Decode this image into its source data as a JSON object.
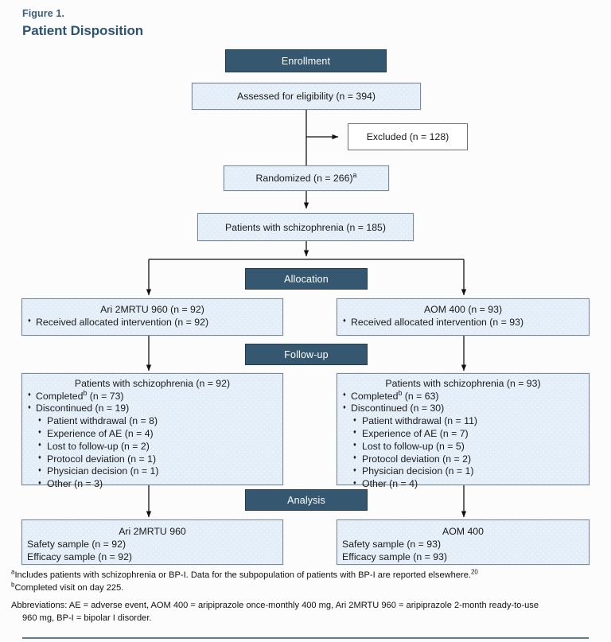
{
  "figure": {
    "number": "Figure 1.",
    "title": "Patient Disposition"
  },
  "stages": {
    "enrollment": "Enrollment",
    "allocation": "Allocation",
    "followup": "Follow-up",
    "analysis": "Analysis"
  },
  "enrollment": {
    "assessed": "Assessed for eligibility (n = 394)",
    "excluded": "Excluded (n = 128)",
    "randomized_text": "Randomized (n = 266)",
    "randomized_sup": "a",
    "schizophrenia": "Patients with schizophrenia (n = 185)"
  },
  "allocation": {
    "left": {
      "title": "Ari 2MRTU 960 (n = 92)",
      "items": [
        "Received allocated intervention (n = 92)"
      ]
    },
    "right": {
      "title": "AOM 400 (n = 93)",
      "items": [
        "Received allocated intervention (n = 93)"
      ]
    }
  },
  "followup": {
    "left": {
      "title": "Patients with schizophrenia (n = 92)",
      "completed_text": "Completed",
      "completed_sup": "b",
      "completed_n": " (n = 73)",
      "discontinued": "Discontinued (n = 19)",
      "reasons": [
        "Patient withdrawal (n = 8)",
        "Experience of AE (n = 4)",
        "Lost to follow-up (n = 2)",
        "Protocol deviation (n = 1)",
        "Physician decision (n = 1)",
        "Other (n = 3)"
      ]
    },
    "right": {
      "title": "Patients with schizophrenia (n = 93)",
      "completed_text": "Completed",
      "completed_sup": "b",
      "completed_n": " (n = 63)",
      "discontinued": "Discontinued (n = 30)",
      "reasons": [
        "Patient withdrawal (n = 11)",
        "Experience of AE (n = 7)",
        "Lost to follow-up (n = 5)",
        "Protocol deviation (n = 2)",
        "Physician decision (n = 1)",
        "Other (n = 4)"
      ]
    }
  },
  "analysis": {
    "left": {
      "title": "Ari 2MRTU 960",
      "lines": [
        "Safety sample (n = 92)",
        "Efficacy sample (n = 92)"
      ]
    },
    "right": {
      "title": "AOM 400",
      "lines": [
        "Safety sample (n = 93)",
        "Efficacy sample (n = 93)"
      ]
    }
  },
  "footnotes": {
    "a_sup": "a",
    "a_text": "Includes patients with schizophrenia or BP-I. Data for the subpopulation of patients with BP-I are reported elsewhere.",
    "a_ref": "20",
    "b_sup": "b",
    "b_text": "Completed visit on day 225.",
    "abbrev_label": "Abbreviations:",
    "abbrev_line1": "AE = adverse event, AOM 400 = aripiprazole once-monthly 400 mg, Ari 2MRTU 960 = aripiprazole 2-month ready-to-use",
    "abbrev_line2": "960 mg, BP-I = bipolar I disorder."
  },
  "colors": {
    "banner": "#35576f",
    "lightbox": "#e3eef8",
    "title": "#2e5472",
    "rule": "#5a7e9b"
  }
}
